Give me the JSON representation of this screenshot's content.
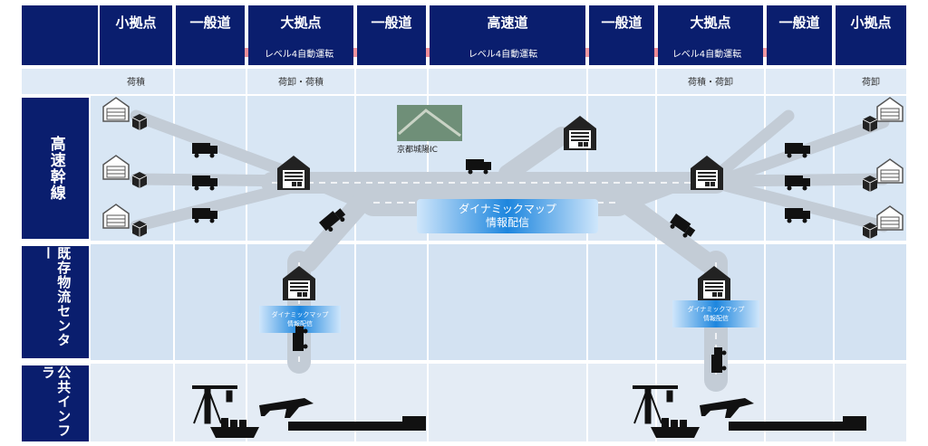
{
  "header": {
    "columns": [
      "小拠点",
      "一般道",
      "大拠点",
      "一般道",
      "高速道",
      "一般道",
      "大拠点",
      "一般道",
      "小拠点"
    ],
    "level4_label": "レベル4自動運転",
    "sub_labels": [
      "荷積",
      "荷卸・荷積",
      "荷積・荷卸",
      "荷卸"
    ]
  },
  "rows": {
    "expressway": "高速幹線",
    "logistics_center": "既存物流センター",
    "public_infra": "公共インフラ"
  },
  "dynamic_map": {
    "line1": "ダイナミックマップ",
    "line2": "情報配信"
  },
  "interchange_label": "京都城陽IC",
  "colors": {
    "header_navy": "#0a1e6e",
    "row_band": "#d6e5f5",
    "road": "#c5cdd6",
    "arrow_red": "#e8384a",
    "map_blue": "#1e8fe0"
  }
}
